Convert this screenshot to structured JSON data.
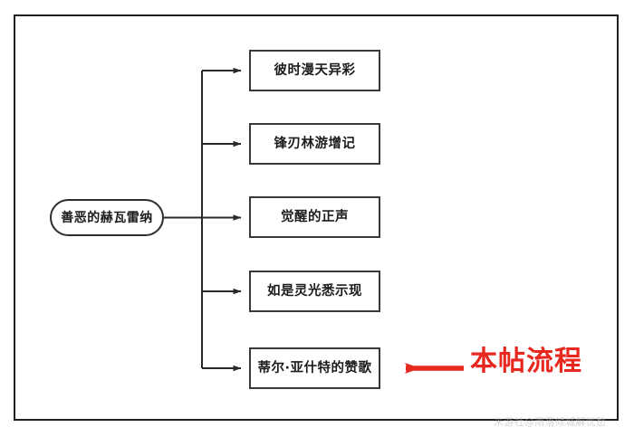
{
  "diagram": {
    "type": "flowchart",
    "orientation": "left-to-right",
    "frame_border_color": "#221f1f",
    "node_border_color": "#3b3838",
    "connector_color": "#2b2828",
    "accent_color": "#e8271f",
    "root": {
      "label": "善恶的赫瓦雷纳",
      "shape": "rounded-pill"
    },
    "branches": [
      {
        "label": "彼时漫天异彩",
        "shape": "rectangle"
      },
      {
        "label": "锋刃林游增记",
        "shape": "rectangle"
      },
      {
        "label": "觉醒的正声",
        "shape": "rectangle"
      },
      {
        "label": "如是灵光悉示现",
        "shape": "rectangle"
      },
      {
        "label": "蒂尔·亚什特的赞歌",
        "shape": "rectangle"
      }
    ],
    "annotation": {
      "label": "本帖流程",
      "color": "#e8271f",
      "points_to": "蒂尔·亚什特的赞歌",
      "arrow_direction": "left"
    },
    "watermark": {
      "text": "米游社@雨落倾城解忧愁"
    }
  }
}
